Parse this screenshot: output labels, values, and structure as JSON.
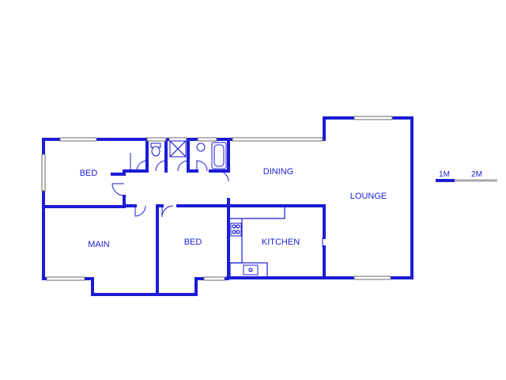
{
  "plan": {
    "rooms": [
      {
        "id": "bed1",
        "label": "BED"
      },
      {
        "id": "dining",
        "label": "DINING"
      },
      {
        "id": "lounge",
        "label": "LOUNGE"
      },
      {
        "id": "main",
        "label": "MAIN"
      },
      {
        "id": "bed2",
        "label": "BED"
      },
      {
        "id": "kitchen",
        "label": "KITCHEN"
      }
    ]
  },
  "scale": {
    "mark1": "1M",
    "mark2": "2M"
  },
  "colors": {
    "wall": "#1c1cd6",
    "scale_secondary": "#a9a9a9"
  }
}
